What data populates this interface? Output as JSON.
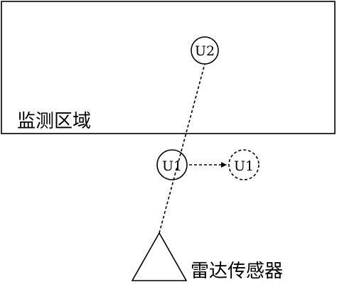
{
  "monitoring_area": {
    "label": "监测区域"
  },
  "targets": {
    "u2": {
      "label": "U2"
    },
    "u1": {
      "label": "U1"
    },
    "u1_next": {
      "label": "U1"
    }
  },
  "sensor": {
    "label": "雷达传感器"
  }
}
